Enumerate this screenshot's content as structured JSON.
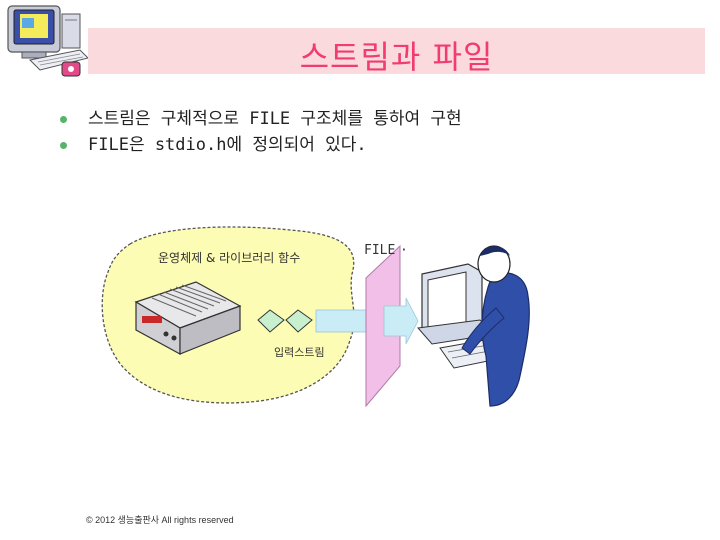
{
  "slide": {
    "title": "스트림과 파일",
    "bullets": [
      "스트림은 구체적으로 FILE 구조체를 통하여 구현",
      "FILE은 stdio.h에 정의되어 있다."
    ],
    "footer": "© 2012 생능출판사 All rights reserved"
  },
  "diagram": {
    "os_label": "운영체제 & 라이브러리 함수",
    "stream_label": "입력스트림",
    "file_label": "FILE"
  },
  "colors": {
    "title_band": "#fadadd",
    "title_text": "#f03c6e",
    "blob_fill": "#fdfcb4",
    "file_panel": "#f2bfe8",
    "arrow": "#c9ecf6",
    "bullet": "#57b36a"
  }
}
